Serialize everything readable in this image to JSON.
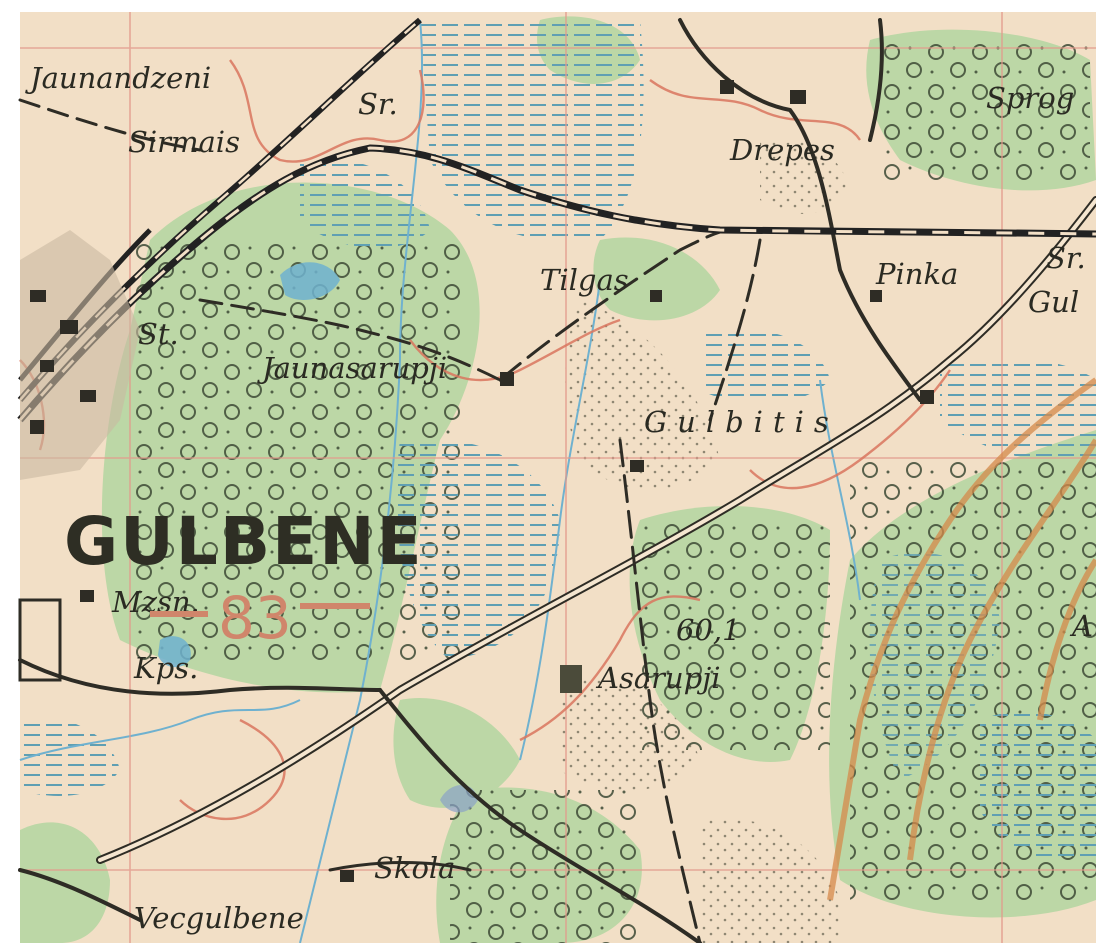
{
  "map": {
    "labels": {
      "jaunandzeni": "Jaunandzeni",
      "sirmais": "Sirmais",
      "sr_top": "Sr.",
      "drepes": "Drepes",
      "sprog": "Sprog",
      "tilgas": "Tilgas",
      "pinka": "Pinka",
      "sr_right": "Sr.",
      "gul_right": "Gul",
      "st": "St.",
      "jaunasarupji": "Jaunasarupji",
      "gulbitis": "Gulbitis",
      "gulbene": "GULBENE",
      "mzsn": "Mzsn.",
      "contour_83": "83",
      "elevation_60_1": "60,1",
      "kps": "Kps.",
      "asarupji": "Asarupji",
      "a_right": "A",
      "skola": "Skola",
      "vecgulbene": "Vecgulbene"
    },
    "colors": {
      "paper": "#f2dfc6",
      "forest": "#bcd7a6",
      "marsh_lines": "#5f9fb3",
      "grid": "#e39a8c",
      "contour": "#d9765e",
      "road": "#2e2c25",
      "water": "#6fb1cf"
    }
  }
}
